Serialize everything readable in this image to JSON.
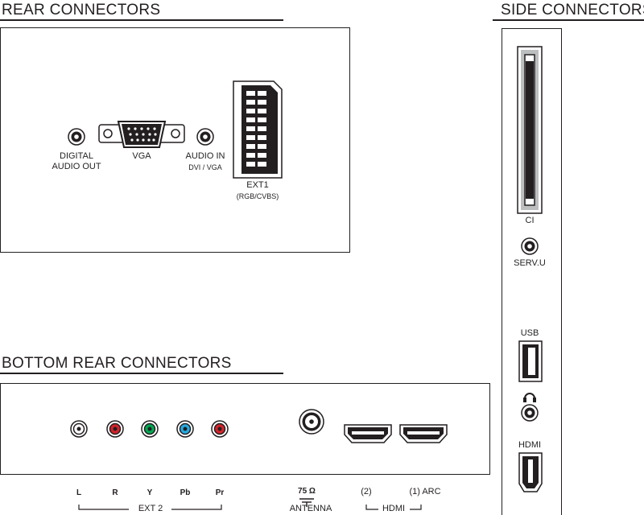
{
  "headings": {
    "rear": "REAR CONNECTORS",
    "side": "SIDE CONNECTORS",
    "bottom": "BOTTOM REAR CONNECTORS"
  },
  "rear": {
    "digital_audio_out": [
      "DIGITAL",
      "AUDIO OUT"
    ],
    "vga": "VGA",
    "audio_in": "AUDIO IN",
    "audio_in_sub": "DVI / VGA",
    "ext1": "EXT1",
    "ext1_sub": "(RGB/CVBS)"
  },
  "side": {
    "ci": "CI",
    "serv_u": "SERV.U",
    "usb": "USB",
    "hdmi": "HDMI"
  },
  "bottom": {
    "ext2_labels": [
      "L",
      "R",
      "Y",
      "Pb",
      "Pr"
    ],
    "ext2_group": "EXT 2",
    "antenna_ohm": "75 Ω",
    "antenna": "ANTENNA",
    "hdmi2": "(2)",
    "hdmi1": "(1) ARC",
    "hdmi_group": "HDMI"
  },
  "colors": {
    "ink": "#231f20",
    "white_jack": "#ffffff",
    "red_jack": "#d2232a",
    "green_jack": "#00a651",
    "blue_jack": "#27aae1",
    "gray_fill": "#bcbec0"
  }
}
